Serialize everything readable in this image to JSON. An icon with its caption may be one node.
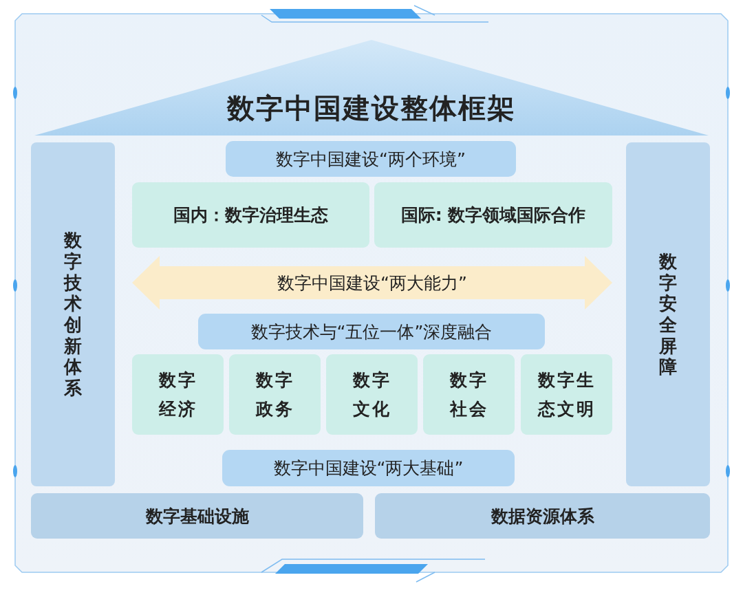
{
  "diagram": {
    "nodes": [
      {
        "text": [
          "数字中国建设整体框架"
        ]
      },
      {
        "text": [
          "数字技术创新体系"
        ]
      },
      {
        "text": [
          "数字中国建设“两个环境”"
        ]
      },
      {
        "text": [
          "国内：数字治理生态"
        ]
      },
      {
        "text": [
          "国际: 数字领域国际合作"
        ]
      },
      {
        "text": [
          "数字中国建设“两大能力”"
        ]
      },
      {
        "text": [
          "数字技术与“五位一体”深度融合"
        ]
      },
      {
        "text": [
          "数字经济"
        ]
      },
      {
        "text": [
          "数字政务"
        ]
      },
      {
        "text": [
          "数字文化"
        ]
      },
      {
        "text": [
          "数字社会"
        ]
      },
      {
        "text": [
          "数字生态文明"
        ]
      },
      {
        "text": [
          "数字中国建设“两大基础”"
        ]
      },
      {
        "text": [
          "数字安全屏障"
        ]
      },
      {
        "text": [
          "数字基础设施"
        ]
      },
      {
        "text": [
          "数据资源体系"
        ]
      }
    ]
  }
}
